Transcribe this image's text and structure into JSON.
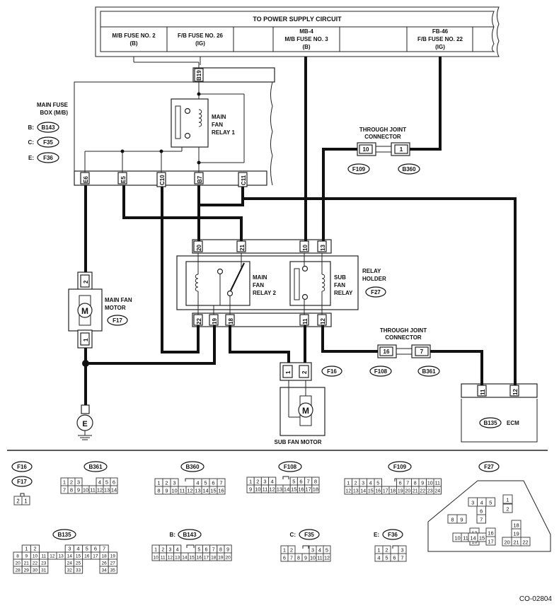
{
  "power": {
    "title": "TO POWER SUPPLY CIRCUIT",
    "c1a": "M/B FUSE NO. 2",
    "c1b": "(B)",
    "c2a": "F/B FUSE NO. 26",
    "c2b": "(IG)",
    "c3a": "MB-4",
    "c3b": "M/B FUSE NO. 3",
    "c3c": "(B)",
    "c4a": "FB-46",
    "c4b": "F/B FUSE NO. 22",
    "c4c": "(IG)"
  },
  "mainfuse": {
    "l1": "MAIN FUSE",
    "l2": "BOX (M/B)",
    "b_pre": "B:",
    "b_tag": "B143",
    "c_pre": "C:",
    "c_tag": "F35",
    "e_pre": "E:",
    "e_tag": "F36",
    "top_pin": "B19",
    "pins": [
      "E6",
      "E5",
      "C10",
      "B7",
      "C11"
    ]
  },
  "relay1": {
    "l1": "MAIN",
    "l2": "FAN",
    "l3": "RELAY 1"
  },
  "tj1": {
    "l1": "THROUGH JOINT",
    "l2": "CONNECTOR",
    "pin_a": "10",
    "pin_b": "1",
    "tag_a": "F109",
    "tag_b": "B360"
  },
  "relayholder": {
    "top_pins": [
      "20",
      "21",
      "10",
      "13"
    ],
    "bottom_pins": [
      "22",
      "19",
      "18",
      "11",
      "12"
    ],
    "relay2": {
      "l1": "MAIN",
      "l2": "FAN",
      "l3": "RELAY 2"
    },
    "sub": {
      "l1": "SUB",
      "l2": "FAN",
      "l3": "RELAY"
    },
    "l1": "RELAY",
    "l2": "HOLDER",
    "tag": "F27"
  },
  "mainmotor": {
    "l1": "MAIN FAN",
    "l2": "MOTOR",
    "tag": "F17",
    "pin_top": "2",
    "pin_bottom": "1",
    "symbol": "M"
  },
  "tj2": {
    "l1": "THROUGH JOINT",
    "l2": "CONNECTOR",
    "pin_a": "16",
    "pin_b": "7",
    "tag_a": "F108",
    "tag_b": "B361"
  },
  "submotor": {
    "label": "SUB FAN MOTOR",
    "tag": "F16",
    "pin_a": "1",
    "pin_b": "2",
    "symbol": "M"
  },
  "ecm": {
    "tag": "B135",
    "label": "ECM",
    "pin_a": "11",
    "pin_b": "12"
  },
  "ground": {
    "symbol": "E"
  },
  "connectors": {
    "f16": "F16",
    "f17": "F17",
    "b361": "B361",
    "b360": "B360",
    "f108": "F108",
    "f109": "F109",
    "f27": "F27",
    "b135": "B135",
    "b143_pre": "B:",
    "b143": "B143",
    "f35_pre": "C:",
    "f35": "F35",
    "f36_pre": "E:",
    "f36": "F36"
  },
  "code": "CO-02804"
}
